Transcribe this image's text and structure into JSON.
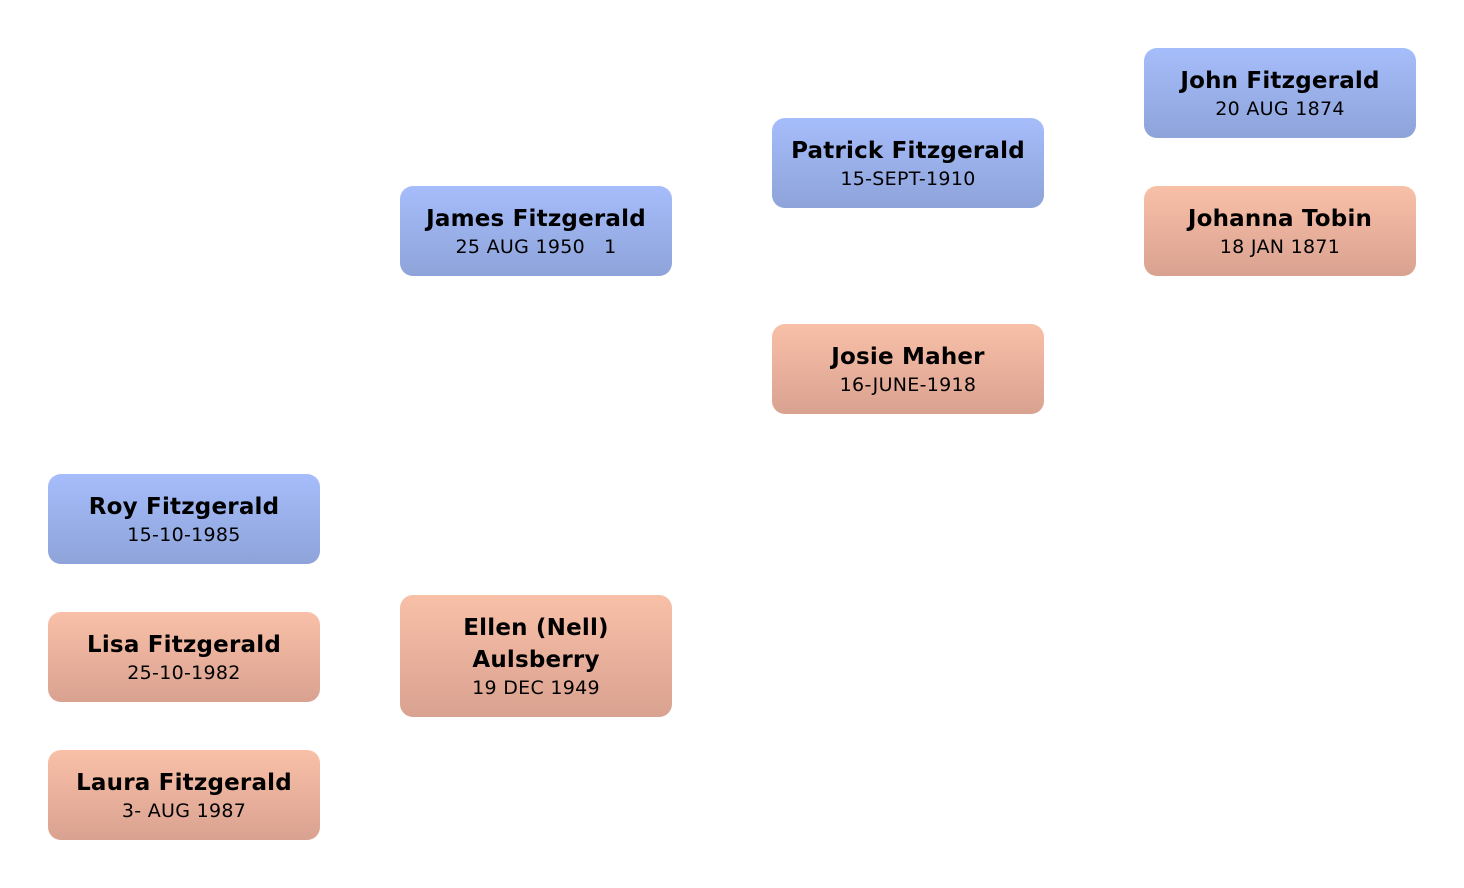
{
  "title": "Fitzgerald Family Tree",
  "colors": {
    "male_top": "#a6bdfb",
    "male_bottom": "#8ea3d9",
    "female_top": "#f9c0a8",
    "female_bottom": "#d9a290",
    "text": "#000000"
  },
  "generations": {
    "children": [
      {
        "id": "roy",
        "name": "Roy Fitzgerald",
        "date": "15-10-1985",
        "gender": "male"
      },
      {
        "id": "lisa",
        "name": "Lisa Fitzgerald",
        "date": "25-10-1982",
        "gender": "female"
      },
      {
        "id": "laura",
        "name": "Laura Fitzgerald",
        "date": "3- AUG 1987",
        "gender": "female"
      }
    ],
    "parents": [
      {
        "id": "james",
        "name": "James Fitzgerald",
        "date": "25 AUG 1950   1",
        "gender": "male"
      },
      {
        "id": "ellen",
        "name": "Ellen (Nell)\nAulsberry",
        "date": "19 DEC 1949",
        "gender": "female"
      }
    ],
    "grandparents": [
      {
        "id": "patrick",
        "name": "Patrick Fitzgerald",
        "date": "15-SEPT-1910",
        "gender": "male"
      },
      {
        "id": "josie",
        "name": "Josie Maher",
        "date": "16-JUNE-1918",
        "gender": "female"
      }
    ],
    "great_grandparents": [
      {
        "id": "john",
        "name": "John Fitzgerald",
        "date": "20 AUG 1874",
        "gender": "male"
      },
      {
        "id": "johanna",
        "name": "Johanna Tobin",
        "date": "18 JAN 1871",
        "gender": "female"
      }
    ]
  }
}
